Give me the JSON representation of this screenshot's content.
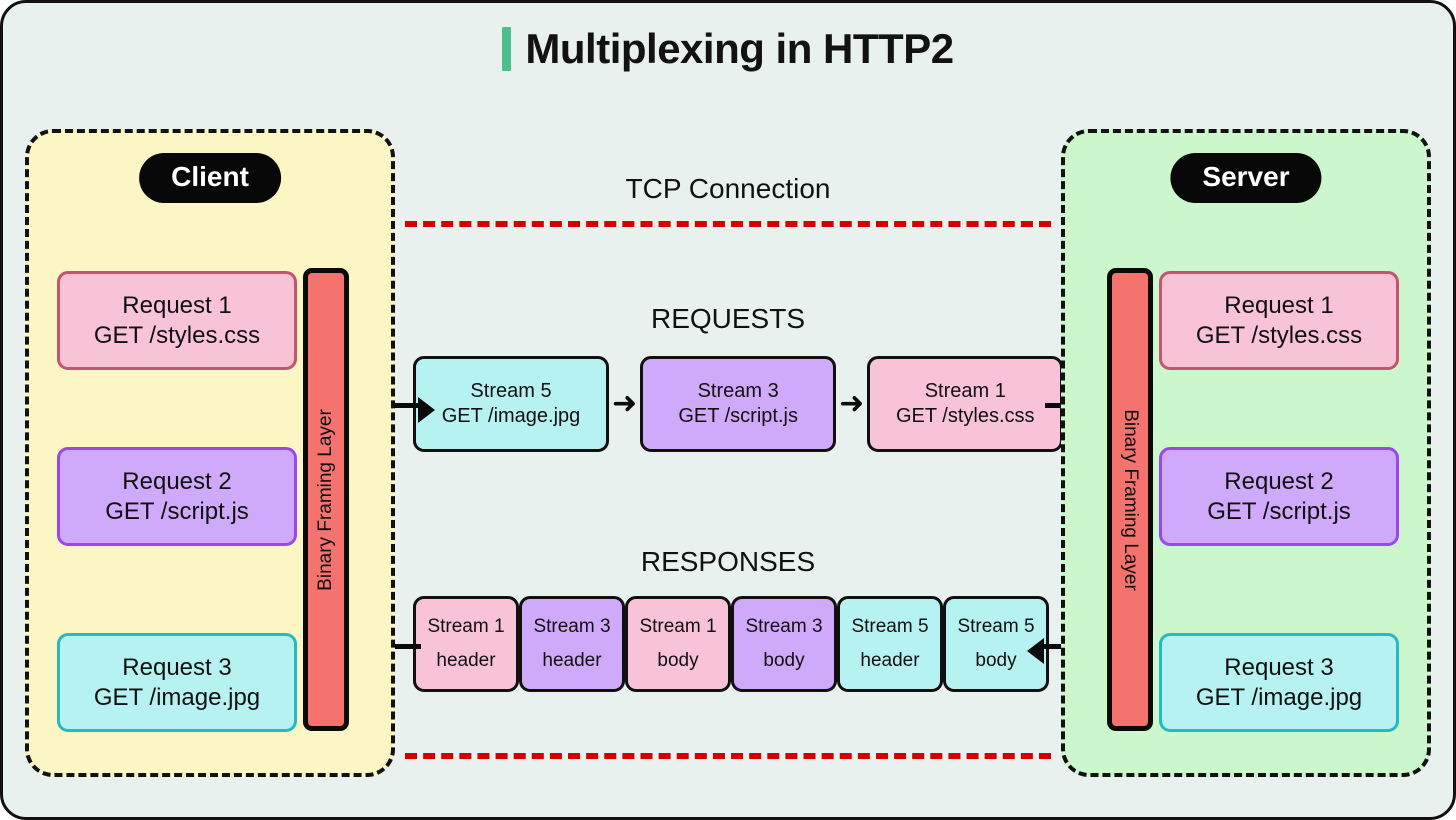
{
  "title": {
    "text": "Multiplexing in HTTP2",
    "accent_color": "#4cbf8a"
  },
  "client": {
    "badge": "Client",
    "framing_layer_label": "Binary Framing Layer",
    "requests": [
      {
        "line1": "Request 1",
        "line2": "GET /styles.css",
        "color": "pink"
      },
      {
        "line1": "Request 2",
        "line2": "GET /script.js",
        "color": "purple"
      },
      {
        "line1": "Request 3",
        "line2": "GET /image.jpg",
        "color": "cyan"
      }
    ]
  },
  "server": {
    "badge": "Server",
    "framing_layer_label": "Binary Framing Layer",
    "requests": [
      {
        "line1": "Request 1",
        "line2": "GET /styles.css",
        "color": "pink"
      },
      {
        "line1": "Request 2",
        "line2": "GET /script.js",
        "color": "purple"
      },
      {
        "line1": "Request 3",
        "line2": "GET /image.jpg",
        "color": "cyan"
      }
    ]
  },
  "connection": {
    "label": "TCP Connection",
    "line_color": "#d40000"
  },
  "requests_section": {
    "label": "REQUESTS",
    "arrow": "➜",
    "streams": [
      {
        "line1": "Stream 5",
        "line2": "GET /image.jpg",
        "color": "cyan"
      },
      {
        "line1": "Stream 3",
        "line2": "GET /script.js",
        "color": "purple"
      },
      {
        "line1": "Stream 1",
        "line2": "GET /styles.css",
        "color": "pink"
      }
    ]
  },
  "responses_section": {
    "label": "RESPONSES",
    "frames": [
      {
        "line1": "Stream 1",
        "line2": "header",
        "color": "pink"
      },
      {
        "line1": "Stream 3",
        "line2": "header",
        "color": "purple"
      },
      {
        "line1": "Stream 1",
        "line2": "body",
        "color": "pink"
      },
      {
        "line1": "Stream 3",
        "line2": "body",
        "color": "purple"
      },
      {
        "line1": "Stream 5",
        "line2": "header",
        "color": "cyan"
      },
      {
        "line1": "Stream 5",
        "line2": "body",
        "color": "cyan"
      }
    ]
  },
  "icons": {
    "bidirectional": "↔"
  },
  "colors": {
    "background": "#e9f1ee",
    "client_panel": "#fbf6c4",
    "server_panel": "#ccf6cc",
    "framing_layer": "#f4736f",
    "pink_fill": "#f9c3d7",
    "pink_border": "#c3566f",
    "purple_fill": "#cfa9fa",
    "purple_border": "#9a47f2",
    "cyan_fill": "#b7f2f3",
    "cyan_border": "#24b9c4"
  }
}
